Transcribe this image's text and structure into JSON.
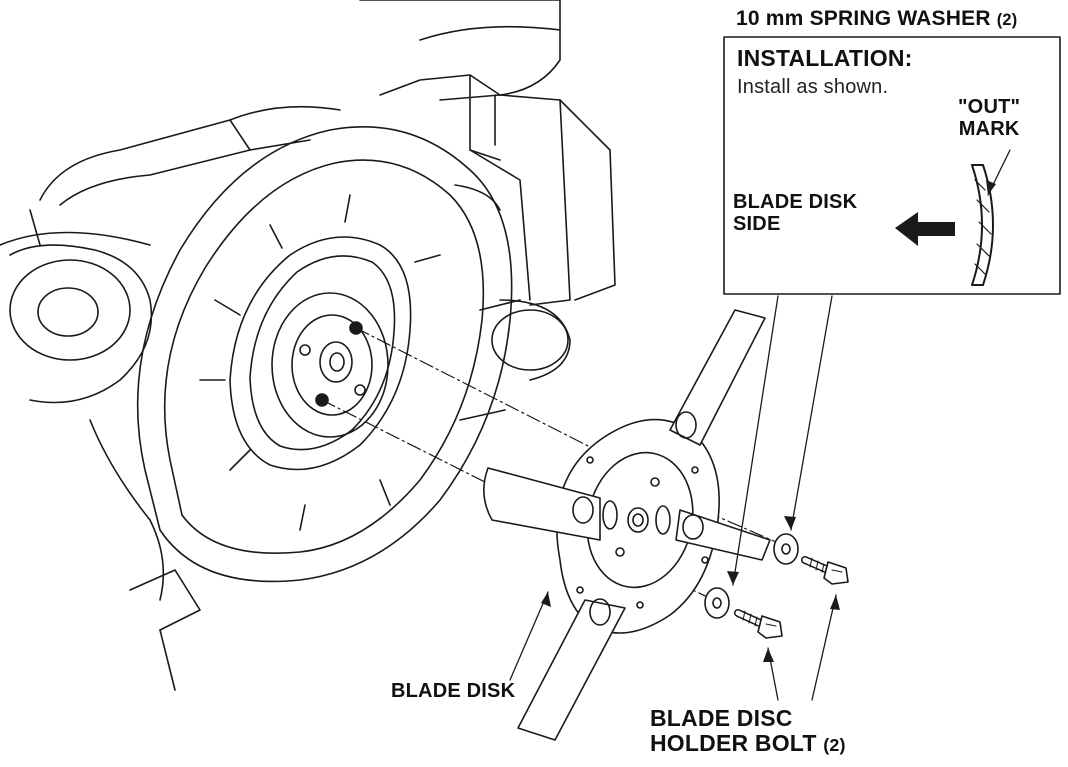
{
  "labels": {
    "washer": "10 mm SPRING WASHER",
    "washer_qty": "(2)",
    "install_title": "INSTALLATION:",
    "install_text": "Install as shown.",
    "out_mark_line1": "\"OUT\"",
    "out_mark_line2": "MARK",
    "side_line1": "BLADE DISK",
    "side_line2": "SIDE",
    "blade_disk": "BLADE DISK",
    "bolt_line1": "BLADE DISC",
    "bolt_line2": "HOLDER BOLT",
    "bolt_qty": "(2)"
  },
  "icons": {
    "direction_arrow": "arrow-left-icon"
  },
  "colors": {
    "line": "#1a1a1a",
    "background": "#ffffff"
  }
}
